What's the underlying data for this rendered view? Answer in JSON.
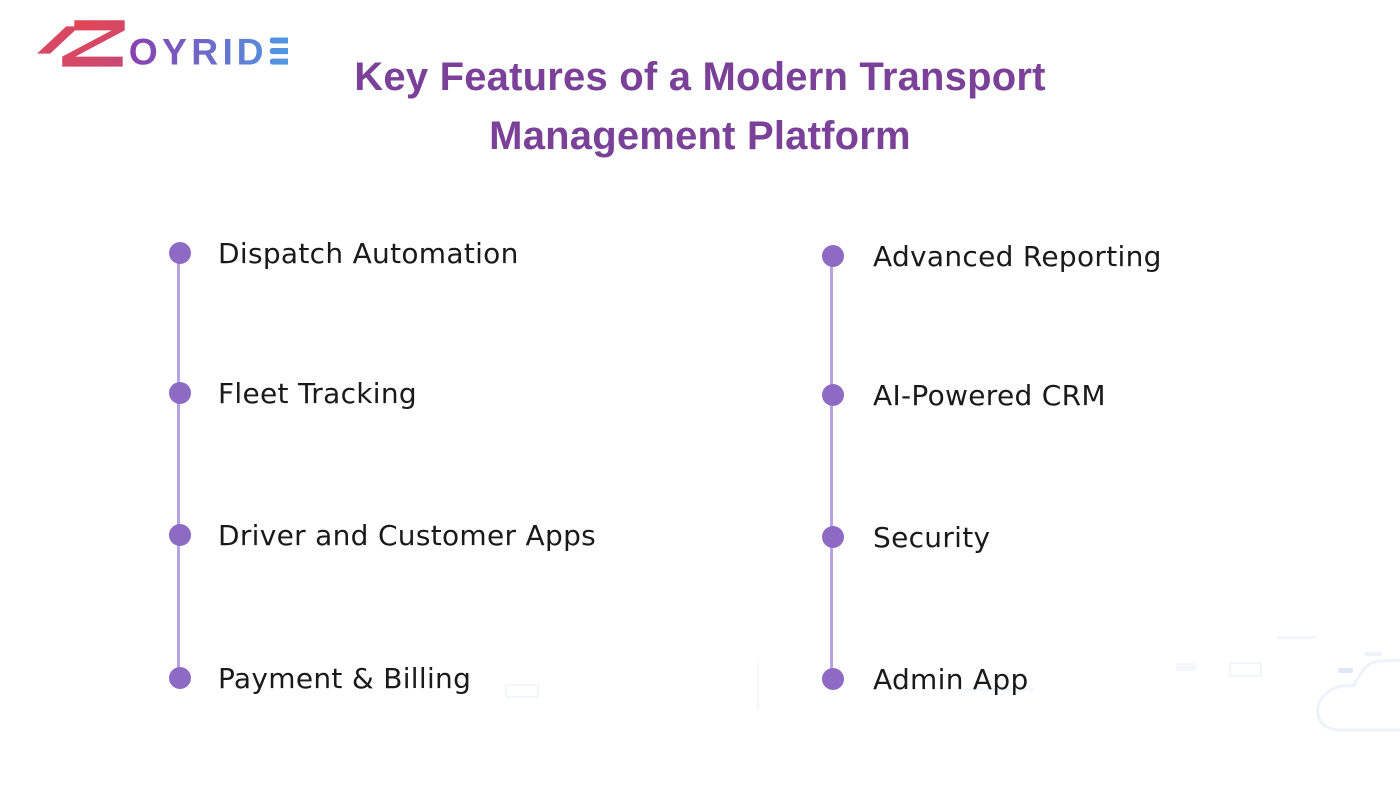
{
  "logo": {
    "brand": "ZOYRIDE",
    "letters_after_mark": "OYRID",
    "z_mark": "double-z-mark"
  },
  "title": {
    "line1": "Key Features of a Modern Transport",
    "line2": "Management Platform"
  },
  "features": {
    "left": [
      "Dispatch Automation",
      "Fleet Tracking",
      "Driver and Customer Apps",
      "Payment & Billing"
    ],
    "right": [
      "Advanced Reporting",
      "AI-Powered CRM",
      "Security",
      "Admin App"
    ]
  },
  "colors": {
    "title_text": "#7b4199",
    "bullet_dot": "#8d6ac4",
    "timeline_line": "#b6a3e1",
    "body_text": "#1a1a1a",
    "logo_red": "#e8454e",
    "logo_red_dark": "#c64a79",
    "logo_purple": "#8a3fae",
    "logo_blue": "#4d9be4"
  }
}
